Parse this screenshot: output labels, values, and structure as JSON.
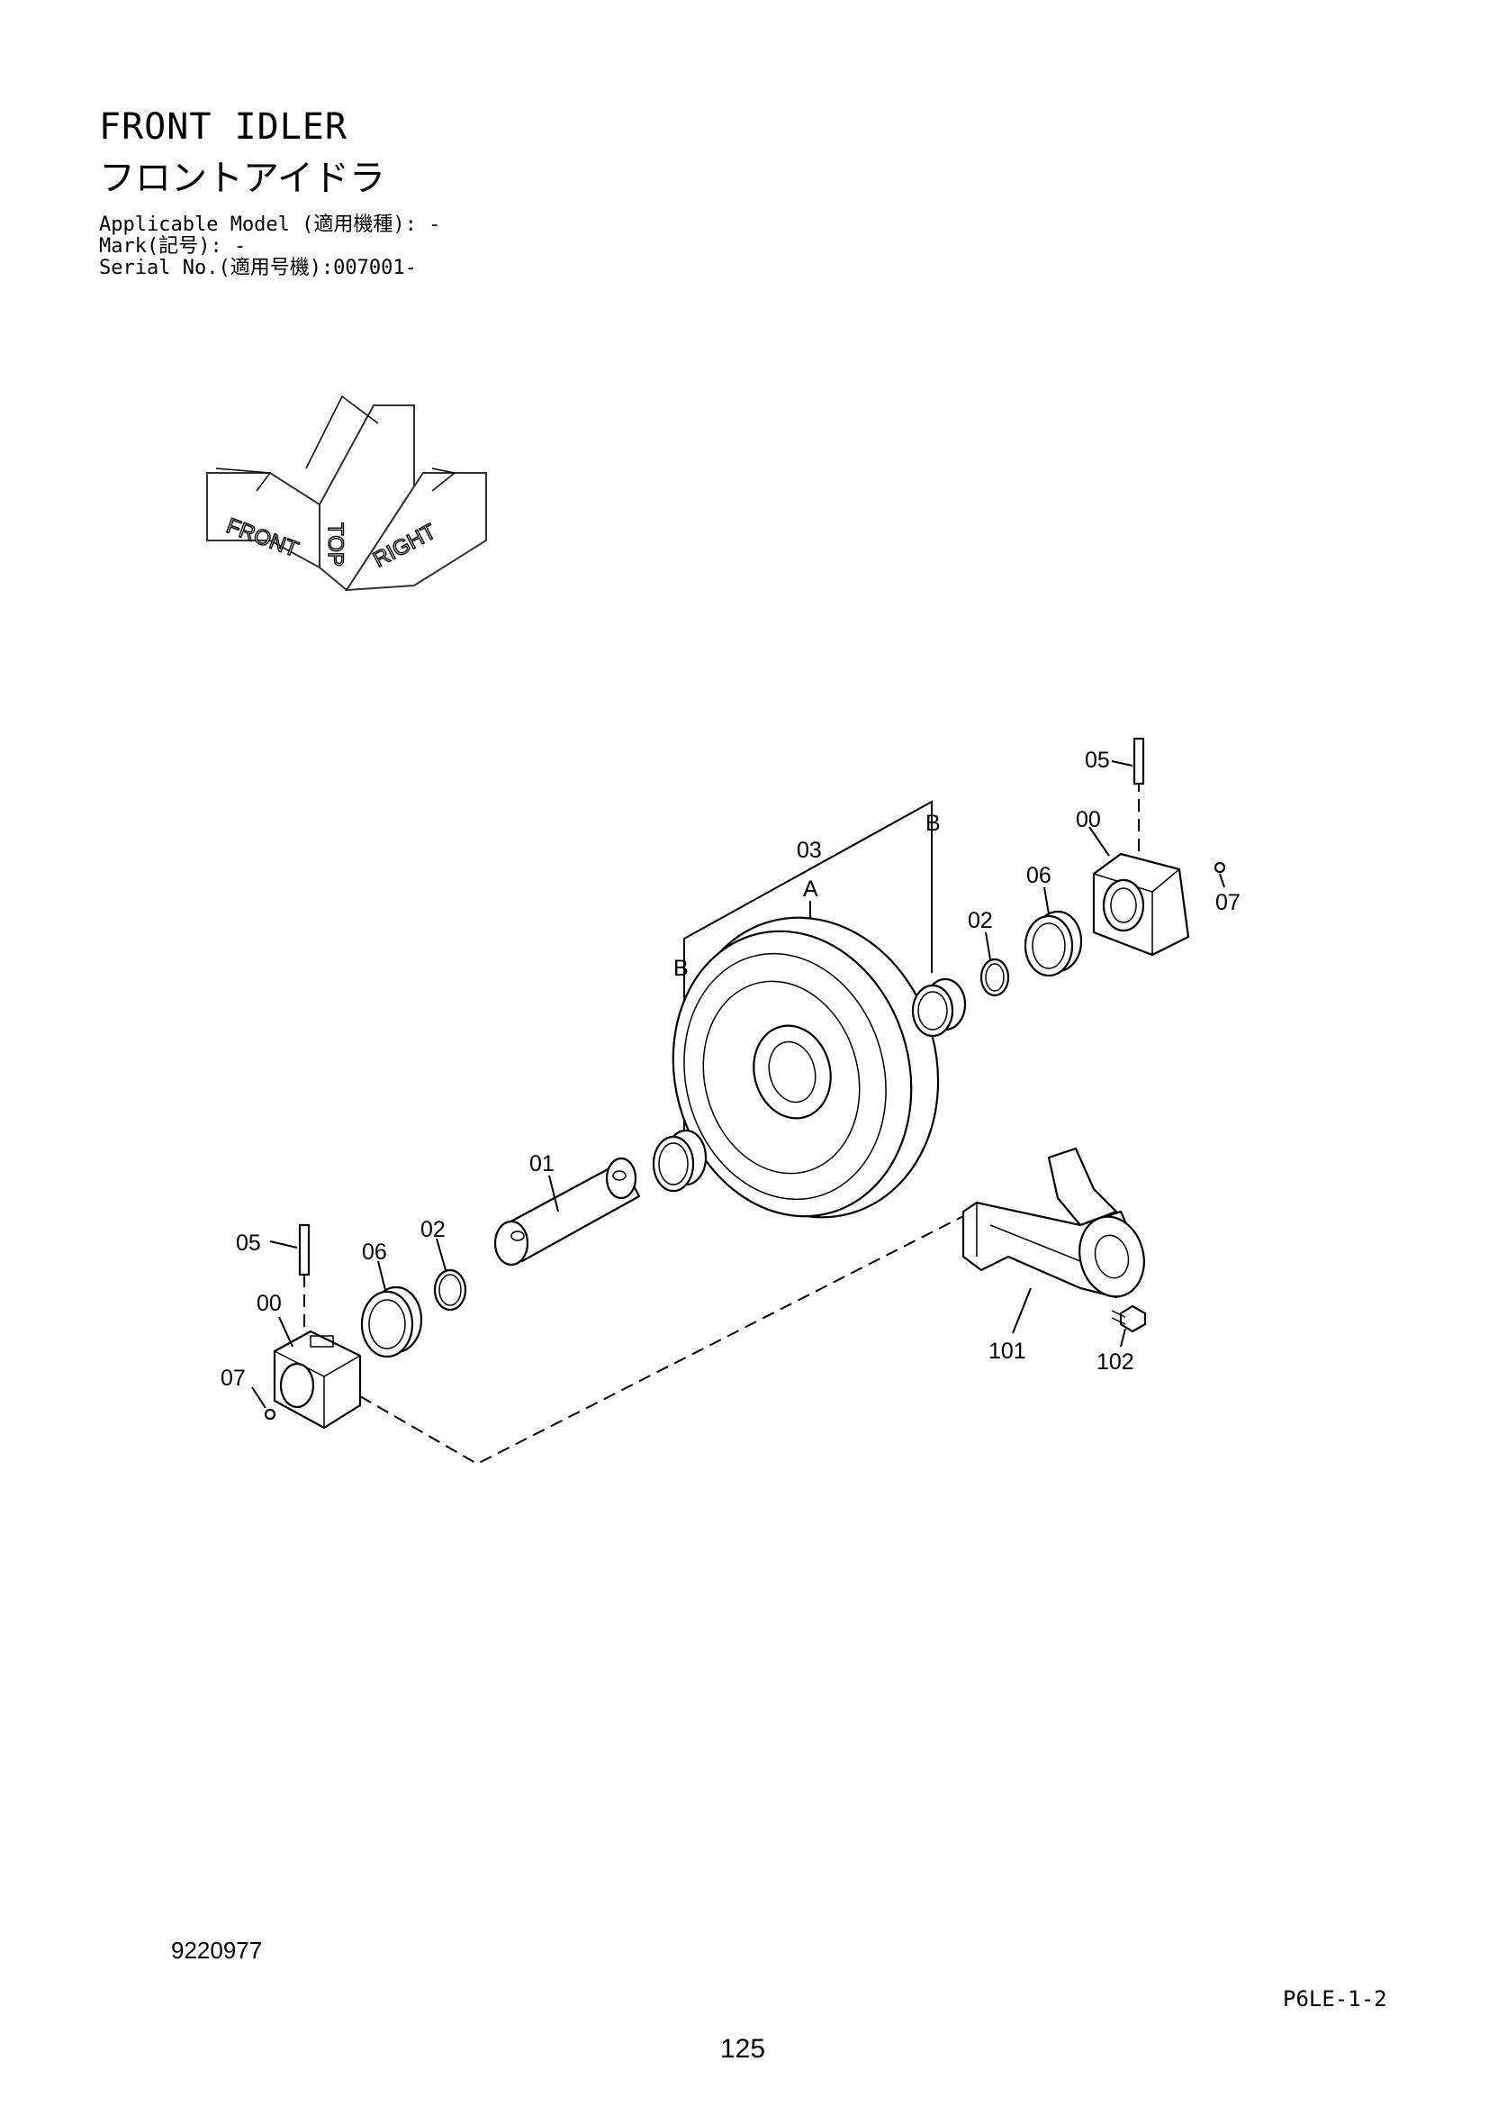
{
  "header": {
    "title_en": "FRONT IDLER",
    "title_jp": "フロントアイドラ",
    "applicable_model": "Applicable Model (適用機種): -",
    "mark": "Mark(記号): -",
    "serial_no": "Serial No.(適用号機):007001-"
  },
  "orientation_icon": {
    "front": "FRONT",
    "top": "TOP",
    "right": "RIGHT"
  },
  "callouts": {
    "pin_left": "05",
    "pin_right": "05",
    "housing_left": "00",
    "housing_right": "00",
    "screw_left": "07",
    "screw_right": "07",
    "seal_left": "06",
    "seal_right": "06",
    "oring_left": "02",
    "oring_right": "02",
    "shaft": "01",
    "idler_assembly": "03",
    "idler_sub": "A",
    "bushing_left": "B",
    "bushing_right": "B",
    "bracket": "101",
    "bolt": "102"
  },
  "footer": {
    "doc_number": "9220977",
    "page_ref": "P6LE-1-2",
    "page_number": "125"
  }
}
